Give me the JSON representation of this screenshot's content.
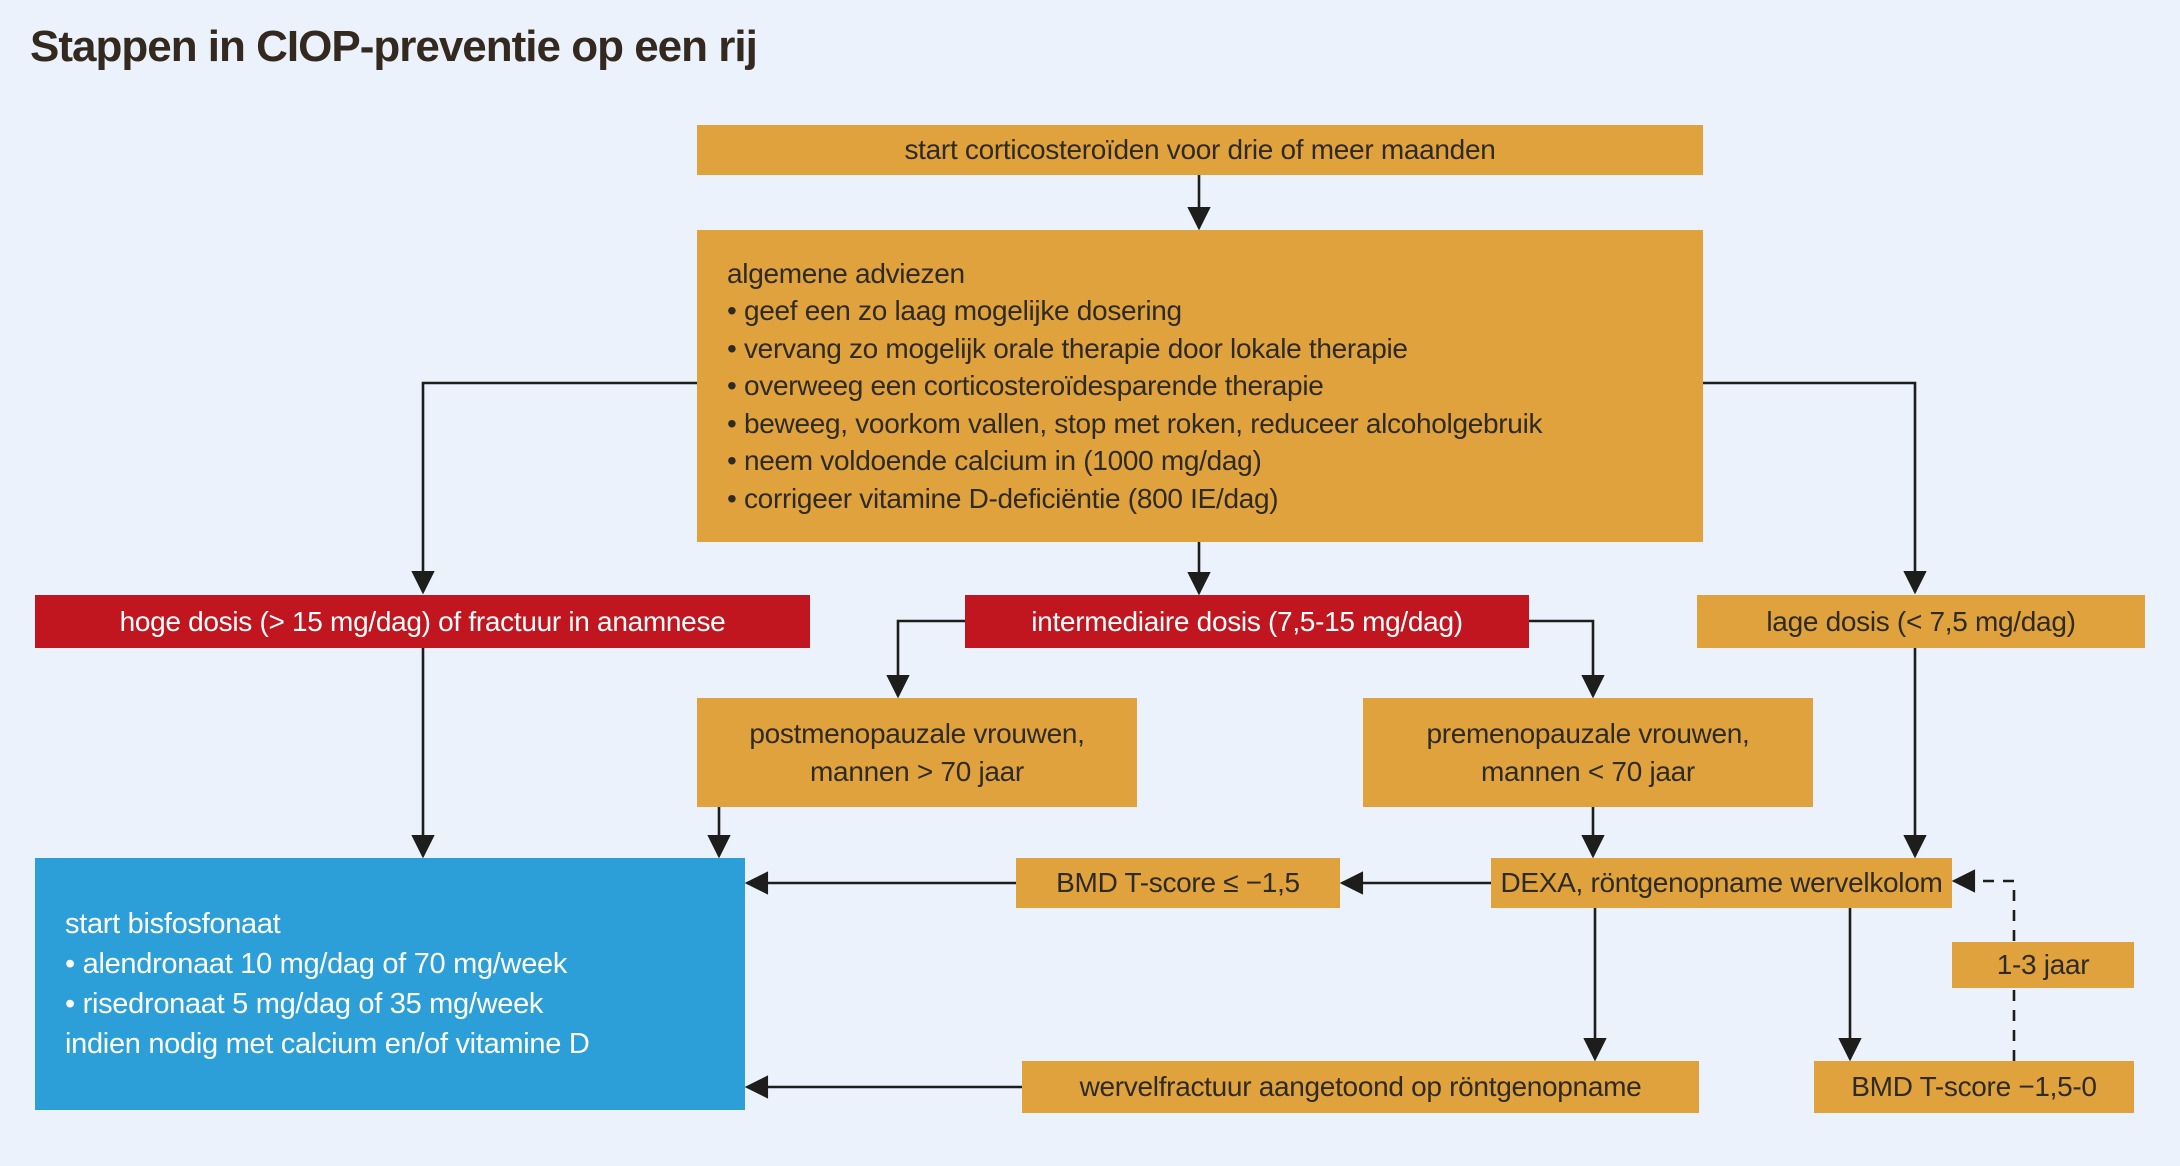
{
  "title": "Stappen in CIOP-preventie op een rij",
  "colors": {
    "background": "#ebf2fb",
    "node_orange": "#e0a23c",
    "node_red": "#c1161f",
    "node_blue": "#2c9fd9",
    "line": "#1d1d1b",
    "text_dark": "#2e2a25",
    "text_light": "#ffffff",
    "title_text": "#33291e"
  },
  "nodes": {
    "start": {
      "label": "start corticosteroïden voor drie of meer maanden"
    },
    "advies": {
      "title": "algemene adviezen",
      "bullets": [
        "• geef een zo laag mogelijke dosering",
        "• vervang zo mogelijk orale therapie door lokale therapie",
        "• overweeg een corticosteroïdesparende therapie",
        "• beweeg, voorkom vallen, stop met roken, reduceer alcoholgebruik",
        "• neem voldoende calcium in (1000 mg/dag)",
        "• corrigeer vitamine D-deficiëntie (800 IE/dag)"
      ]
    },
    "hoge_dosis": {
      "label": "hoge dosis (> 15 mg/dag) of fractuur in anamnese"
    },
    "intermediaire_dosis": {
      "label": "intermediaire dosis (7,5-15 mg/dag)"
    },
    "lage_dosis": {
      "label": "lage dosis (< 7,5 mg/dag)"
    },
    "postmenopauzaal": {
      "line1": "postmenopauzale vrouwen,",
      "line2": "mannen > 70 jaar"
    },
    "premenopauzaal": {
      "line1": "premenopauzale vrouwen,",
      "line2": "mannen < 70 jaar"
    },
    "bmd_laag": {
      "label": "BMD T-score ≤ −1,5"
    },
    "dexa": {
      "label": "DEXA, röntgenopname wervelkolom"
    },
    "bisfosfonaat": {
      "title": "start bisfosfonaat",
      "bullets": [
        "• alendronaat 10 mg/dag of 70 mg/week",
        "• risedronaat 5 mg/dag of 35 mg/week"
      ],
      "footer": "indien nodig met calcium en/of vitamine D"
    },
    "wervelfractuur": {
      "label": "wervelfractuur aangetoond op röntgenopname"
    },
    "interval": {
      "label": "1-3 jaar"
    },
    "bmd_midden": {
      "label": "BMD T-score −1,5-0"
    }
  }
}
